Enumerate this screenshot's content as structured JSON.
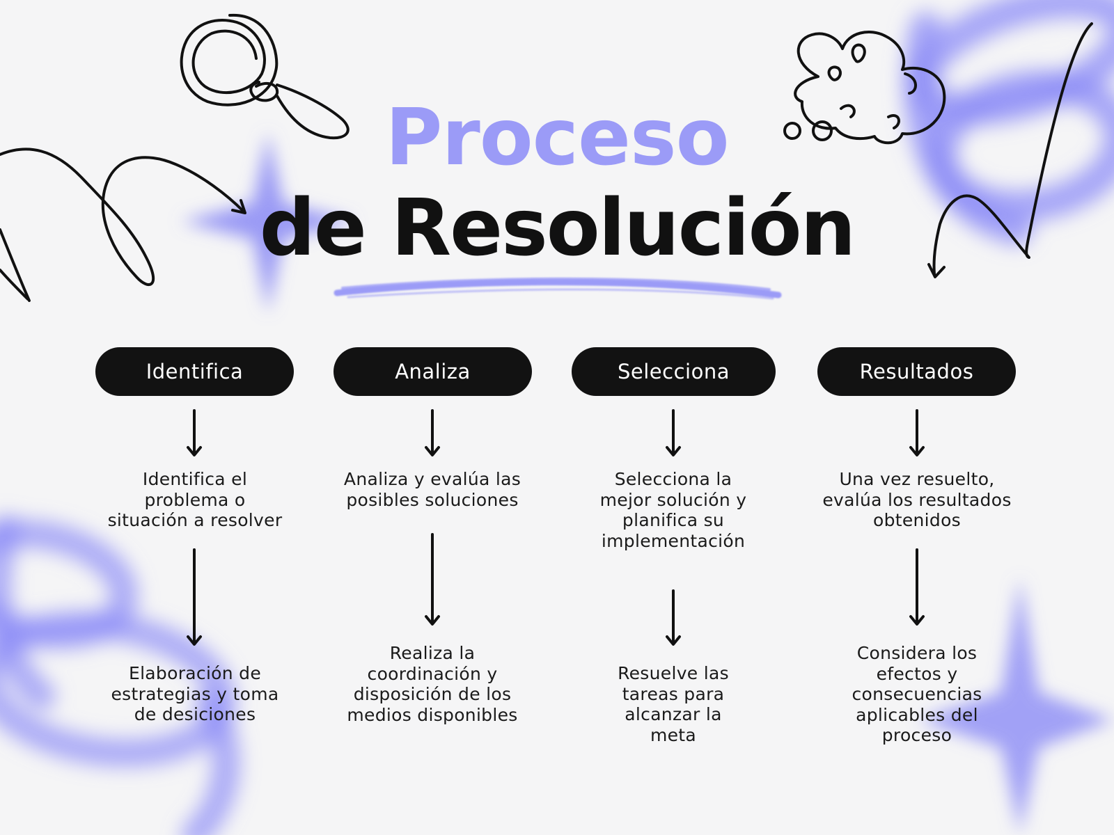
{
  "title": {
    "line1": "Proceso",
    "line2": "de Resolución"
  },
  "colors": {
    "accent": "#9b9bf7",
    "ink": "#111111",
    "background": "#f5f5f6"
  },
  "steps": [
    {
      "label": "Identifica",
      "first": "Identifica el\nproblema o\nsituación a resolver",
      "second": "Elaboración de\nestrategias y toma\nde desiciones"
    },
    {
      "label": "Analiza",
      "first": "Analiza y evalúa las\nposibles soluciones",
      "second": "Realiza la\ncoordinación y\ndisposición de los\nmedios disponibles"
    },
    {
      "label": "Selecciona",
      "first": "Selecciona la\nmejor solución y\nplanifica su\nimplementación",
      "second": "Resuelve las\ntareas para\nalcanzar la\nmeta"
    },
    {
      "label": "Resultados",
      "first": "Una vez resuelto,\nevalúa los resultados\nobtenidos",
      "second": "Considera los\nefectos y\nconsecuencias\naplicables del\nproceso"
    }
  ]
}
